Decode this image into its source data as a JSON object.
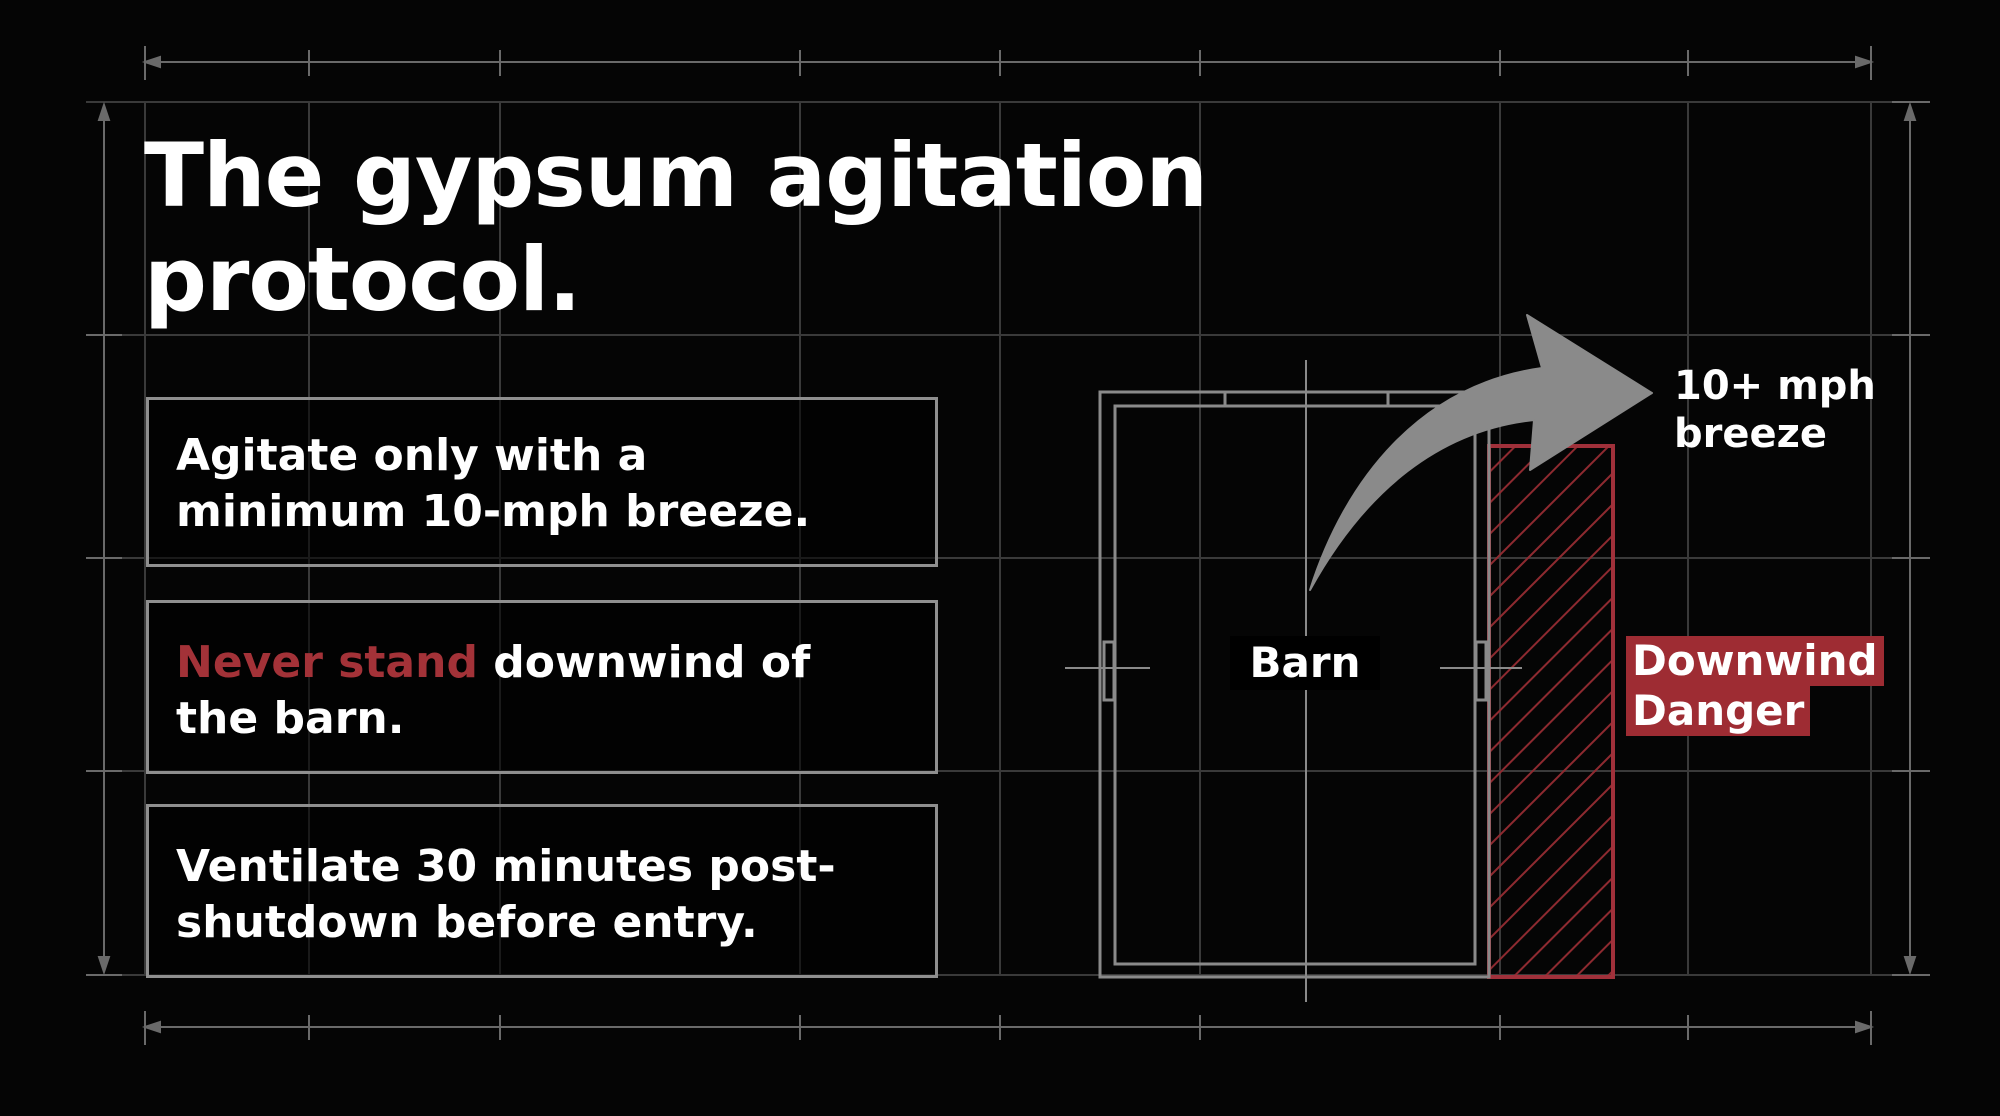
{
  "title": "The gypsum agitation protocol.",
  "rules": [
    {
      "text": "Agitate only with a minimum 10-mph breeze."
    },
    {
      "highlight": "Never stand",
      "text": " downwind of the barn."
    },
    {
      "text": "Ventilate 30 minutes post-shutdown before entry."
    }
  ],
  "diagram": {
    "barn_label": "Barn",
    "breeze_label": "10+ mph breeze",
    "danger_label_line1": "Downwind",
    "danger_label_line2": "Danger"
  },
  "colors": {
    "background": "#050505",
    "grid": "#3a3a3a",
    "box_border": "#8f8f8f",
    "danger_red": "#9e2c33",
    "highlight_red": "#a33238",
    "arrow_gray": "#8a8a8a"
  }
}
